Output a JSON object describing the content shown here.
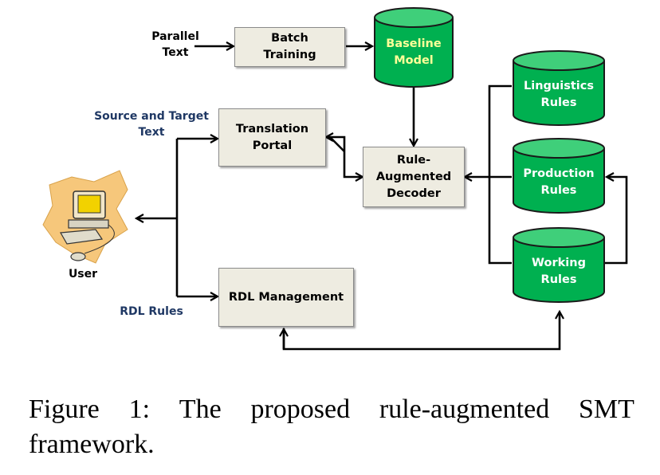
{
  "nodes": {
    "parallel_text": "Parallel\nText",
    "batch_training": "Batch\nTraining",
    "baseline_model": "Baseline\nModel",
    "linguistics_rules": "Linguistics\nRules",
    "source_target_text": "Source and Target\nText",
    "translation_portal": "Translation\nPortal",
    "rule_augmented_decoder": "Rule-\nAugmented\nDecoder",
    "production_rules": "Production\nRules",
    "user": "User",
    "working_rules": "Working\nRules",
    "rdl_rules": "RDL Rules",
    "rdl_management": "RDL Management"
  },
  "caption": {
    "words": [
      "Figure",
      "1:",
      "The",
      "proposed",
      "rule-augmented",
      "SMT"
    ],
    "line2": "framework."
  },
  "colors": {
    "box_fill": "#EEECE1",
    "cylinder_fill": "#00B050",
    "cylinder_top": "#3FCF7A",
    "baseline_text": "#FFFF99",
    "label_blue": "#1F3864"
  }
}
